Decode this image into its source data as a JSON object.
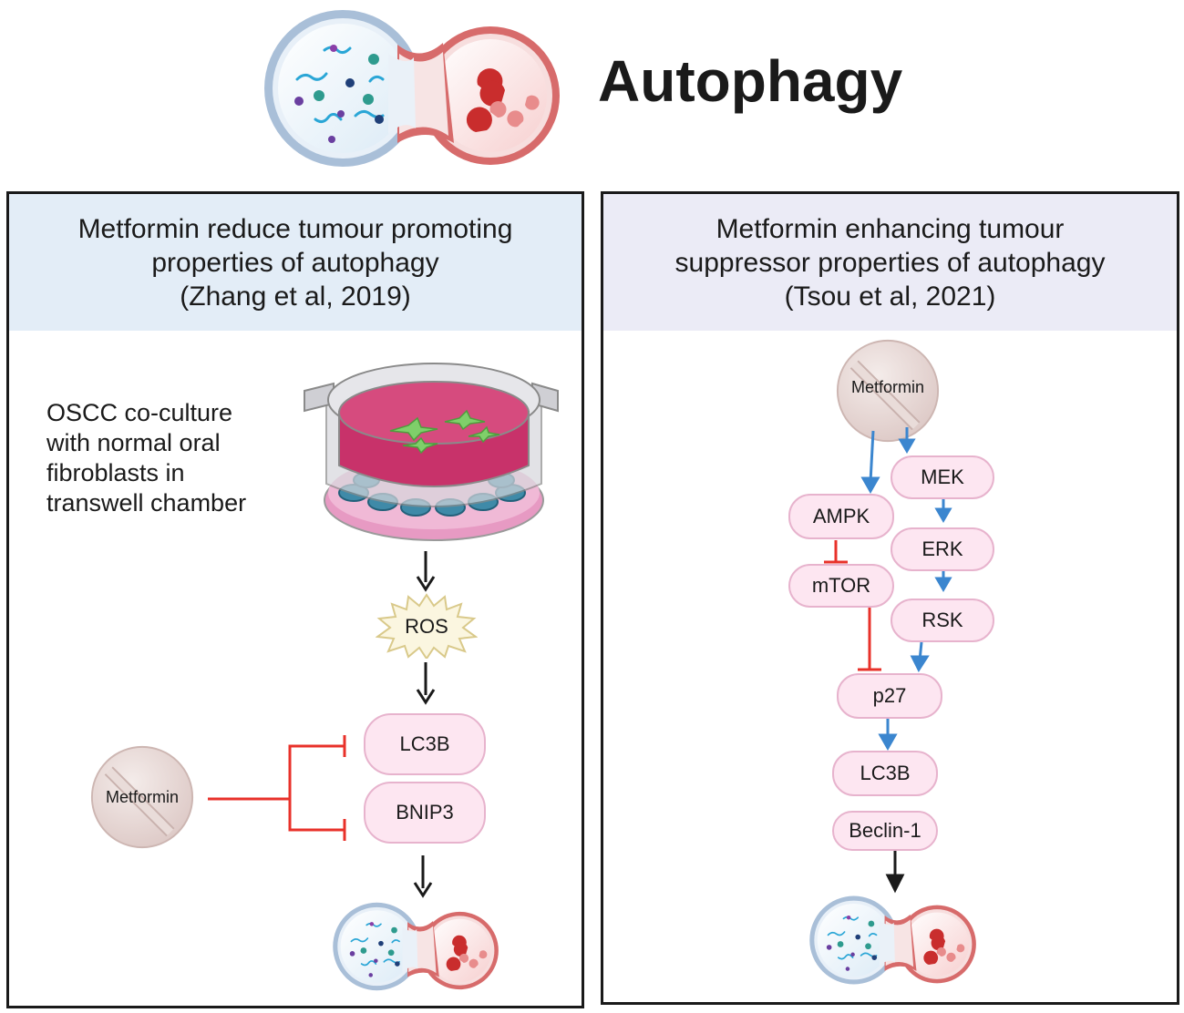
{
  "title": "Autophagy",
  "left_panel": {
    "heading_lines": [
      "Metformin reduce tumour promoting",
      "properties of autophagy",
      "(Zhang et al, 2019)"
    ],
    "caption_lines": [
      "OSCC co-culture",
      "with normal oral",
      "fibroblasts in",
      "transwell chamber"
    ],
    "ros_label": "ROS",
    "metformin_label": "Metformin",
    "nodes": {
      "lc3b": "LC3B",
      "bnip3": "BNIP3"
    }
  },
  "right_panel": {
    "heading_lines": [
      "Metformin enhancing tumour",
      "suppressor properties of autophagy",
      "(Tsou et al, 2021)"
    ],
    "metformin_label": "Metformin",
    "nodes": {
      "mek": "MEK",
      "ampk": "AMPK",
      "erk": "ERK",
      "mtor": "mTOR",
      "rsk": "RSK",
      "p27": "p27",
      "lc3b": "LC3B",
      "beclin1": "Beclin-1"
    }
  },
  "colors": {
    "activation_blue": "#3b86cf",
    "inhibition_red": "#e8312a",
    "arrow_black": "#1a1a1a",
    "left_header_bg": "#e3edf7",
    "right_header_bg": "#ebebf6",
    "node_fill": "#fde6f1"
  },
  "icons": [
    "autophagy-lysosome-fusion-icon",
    "transwell-chamber-icon",
    "ros-burst-icon",
    "metformin-pill-icon"
  ]
}
